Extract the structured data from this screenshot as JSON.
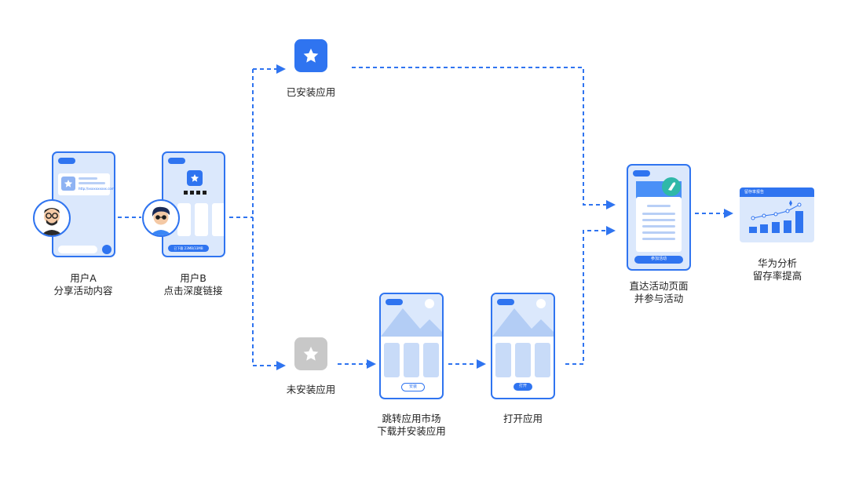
{
  "colors": {
    "accent": "#2f74f0",
    "phone_fill": "#dbe8fc",
    "grey": "#c8c8c8"
  },
  "nodes": {
    "user_a": {
      "line1": "用户A",
      "line2": "分享活动内容",
      "url": "http://xxxxxxxxxx.com"
    },
    "user_b": {
      "line1": "用户B",
      "line2": "点击深度链接",
      "progress": "已下载 23MB/33MB"
    },
    "installed": {
      "label": "已安装应用",
      "icon": "star-icon"
    },
    "not_installed": {
      "label": "未安装应用",
      "icon": "star-icon"
    },
    "market": {
      "line1": "跳转应用市场",
      "line2": "下载并安装应用",
      "button": "安装"
    },
    "open_app": {
      "label": "打开应用",
      "button": "打开"
    },
    "activity": {
      "line1": "直达活动页面",
      "line2": "并参与活动",
      "button": "参加活动"
    },
    "analytics": {
      "line1": "华为分析",
      "line2": "留存率提高",
      "card_title": "留存率报告"
    }
  }
}
